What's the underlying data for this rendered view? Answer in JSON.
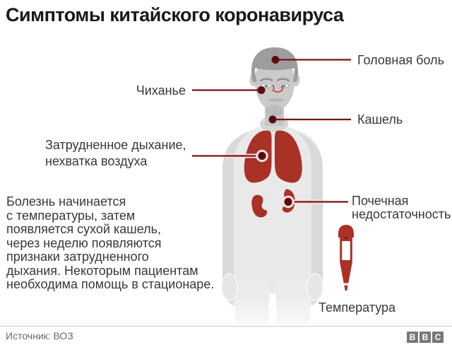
{
  "title": "Симптомы китайского коронавируса",
  "callouts": {
    "headache": {
      "label": "Головная боль"
    },
    "sneezing": {
      "label": "Чиханье"
    },
    "cough": {
      "label": "Кашель"
    },
    "breathing": {
      "lines": [
        "Затрудненное дыхание,",
        "нехватка воздуха"
      ]
    },
    "kidney_failure": {
      "lines": [
        "Почечная",
        "недостаточность"
      ]
    },
    "temperature": {
      "label": "Температура"
    }
  },
  "description": {
    "lines": [
      "Болезнь начинается",
      "с температуры, затем",
      "появляется сухой кашель,",
      "через неделю появляются",
      "признаки затрудненного",
      "дыхания. Некоторым пациентам",
      "необходима помощь в стационаре."
    ]
  },
  "footer": {
    "source": "Источник: ВОЗ",
    "logo_letters": [
      "B",
      "B",
      "C"
    ]
  },
  "icons": {
    "thermometer": "thermometer-icon",
    "symptom_marker": "callout-dot"
  },
  "colors": {
    "accent_red": "#a93126",
    "callout_red": "#7a1014",
    "dot_red": "#5a0c0c",
    "halo_pink": "#f6e2e0",
    "nose_red": "#b5382c",
    "hair_gray": "#9d9d9d",
    "face_gray": "#cacaca",
    "neck_gray": "#c6c6c6",
    "shadow_gray": "#b0b0b0",
    "torso_gray": "#e9e9e9",
    "arm_gray": "#d9d9d9",
    "collar_gray": "#d6d6d6",
    "leg_gray": "#ececec",
    "hand_gray": "#e6e6e6",
    "title_color": "#1a1a1a",
    "label_color": "#383838",
    "muted_color": "#696969",
    "divider_color": "#cccccc",
    "bbc_gray": "#787878"
  }
}
